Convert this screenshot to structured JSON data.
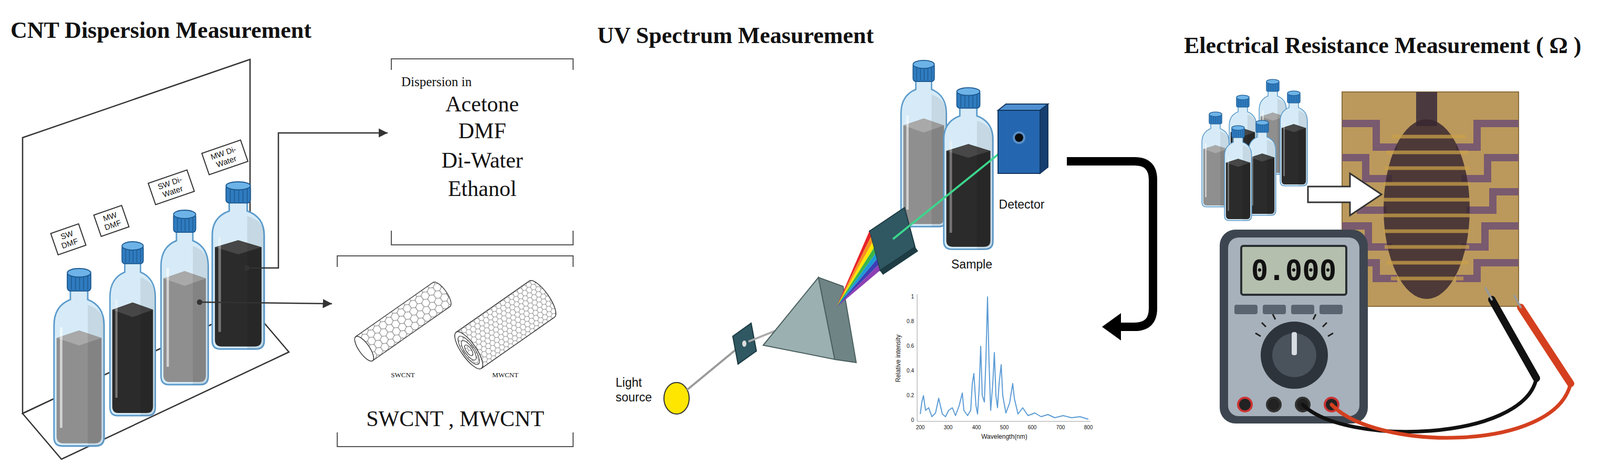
{
  "diagram": {
    "nodes": [
      {
        "text": [
          "SW DMF"
        ]
      },
      {
        "text": [
          "MW DMF"
        ]
      },
      {
        "text": [
          "SW Di-Water"
        ]
      },
      {
        "text": [
          "MW Di-Water"
        ]
      },
      {
        "text": [
          "Dispersion in",
          "Acetone",
          "DMF",
          "Di-Water",
          "Ethanol"
        ]
      },
      {
        "text": [
          "SWCNT",
          "MWCNT",
          "SWCNT , MWCNT"
        ]
      },
      {
        "text": [
          "0.000"
        ]
      }
    ],
    "labels": [
      "CNT Dispersion Measurement",
      "UV Spectrum Measurement",
      "Electrical Resistance Measurement ( Ω )",
      "Light source",
      "Sample",
      "Detector",
      "0",
      "0.2",
      "0.4",
      "0.6",
      "0.8",
      "1",
      "200",
      "300",
      "400",
      "500",
      "600",
      "700",
      "800",
      "Wavelength(nm)",
      "Relative intensity"
    ]
  }
}
